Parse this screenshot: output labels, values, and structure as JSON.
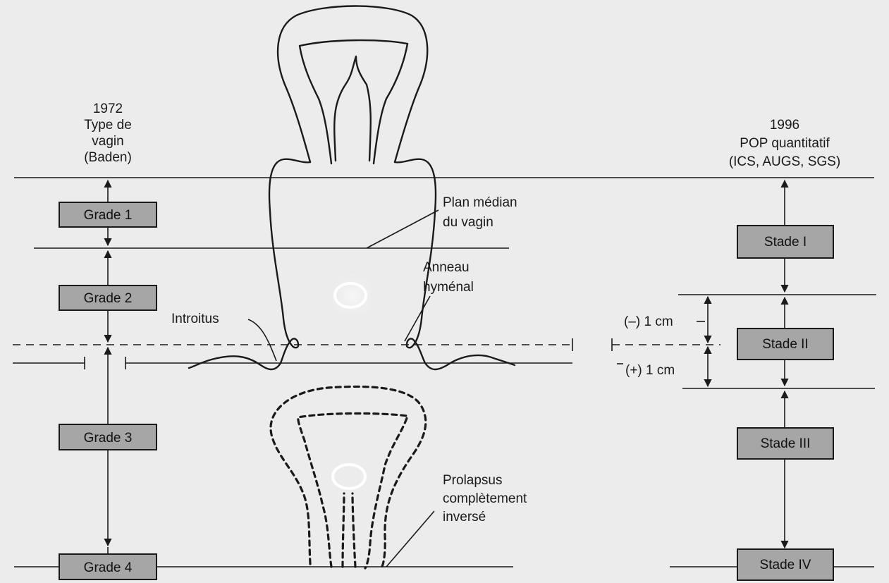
{
  "left_header": [
    "1972",
    "Type de",
    "vagin",
    "(Baden)"
  ],
  "right_header": [
    "1996",
    "POP quantitatif",
    "(ICS, AUGS, SGS)"
  ],
  "grades": [
    "Grade 1",
    "Grade 2",
    "Grade 3",
    "Grade 4"
  ],
  "stades": [
    "Stade I",
    "Stade II",
    "Stade III",
    "Stade IV"
  ],
  "annotations": {
    "plan_median": [
      "Plan médian",
      "du vagin"
    ],
    "anneau": [
      "Anneau",
      "hyménal"
    ],
    "introitus": "Introitus",
    "minus_cm": "(–) 1 cm",
    "plus_cm": "(+) 1 cm",
    "prolapsus": [
      "Prolapsus",
      "complètement",
      "inversé"
    ]
  },
  "colors": {
    "background": "#ececec",
    "box_fill": "#a6a6a6",
    "line": "#1a1a1a",
    "marker_circle": "#ffffff"
  }
}
